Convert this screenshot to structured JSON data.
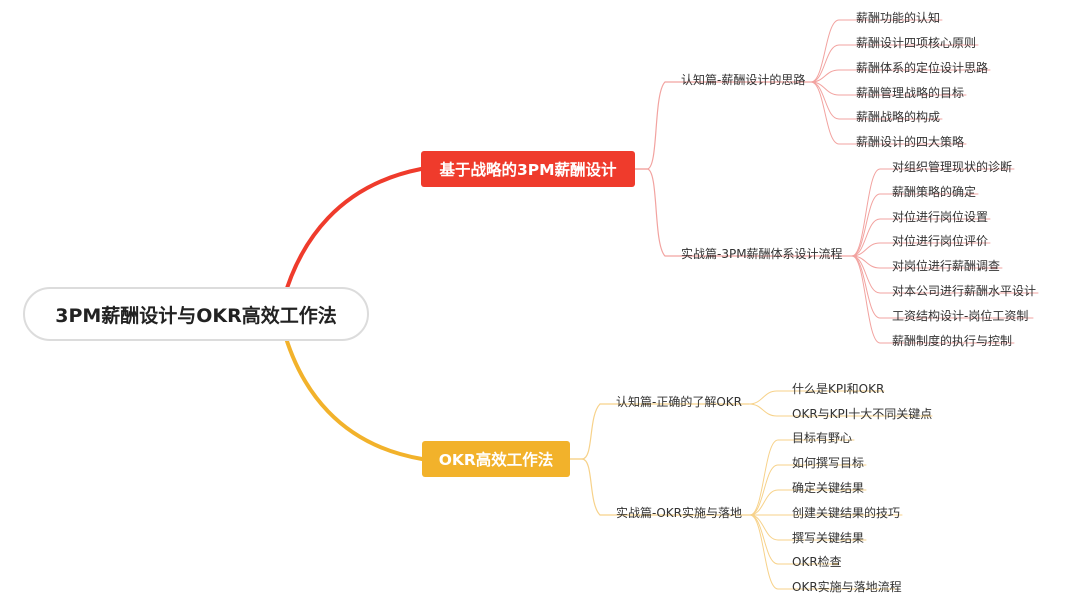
{
  "root": {
    "label": "3PM薪酬设计与OKR高效工作法"
  },
  "colors": {
    "branch1": "#ef3b2c",
    "branch2": "#f2b22b",
    "branch1_line": "#f2a3a0",
    "branch2_line": "#f7d28a"
  },
  "branches": [
    {
      "label": "基于战略的3PM薪酬设计",
      "sections": [
        {
          "label": "认知篇-薪酬设计的思路",
          "items": [
            "薪酬功能的认知",
            "薪酬设计四项核心原则",
            "薪酬体系的定位设计思路",
            "薪酬管理战略的目标",
            "薪酬战略的构成",
            "薪酬设计的四大策略"
          ]
        },
        {
          "label": "实战篇-3PM薪酬体系设计流程",
          "items": [
            "对组织管理现状的诊断",
            "薪酬策略的确定",
            "对位进行岗位设置",
            "对位进行岗位评价",
            "对岗位进行薪酬调查",
            "对本公司进行薪酬水平设计",
            "工资结构设计-岗位工资制",
            "薪酬制度的执行与控制"
          ]
        }
      ]
    },
    {
      "label": "OKR高效工作法",
      "sections": [
        {
          "label": "认知篇-正确的了解OKR",
          "items": [
            "什么是KPI和OKR",
            "OKR与KPI十大不同关键点"
          ]
        },
        {
          "label": "实战篇-OKR实施与落地",
          "items": [
            "目标有野心",
            "如何撰写目标",
            "确定关键结果",
            "创建关键结果的技巧",
            "撰写关键结果",
            "OKR检查",
            "OKR实施与落地流程"
          ]
        }
      ]
    }
  ]
}
